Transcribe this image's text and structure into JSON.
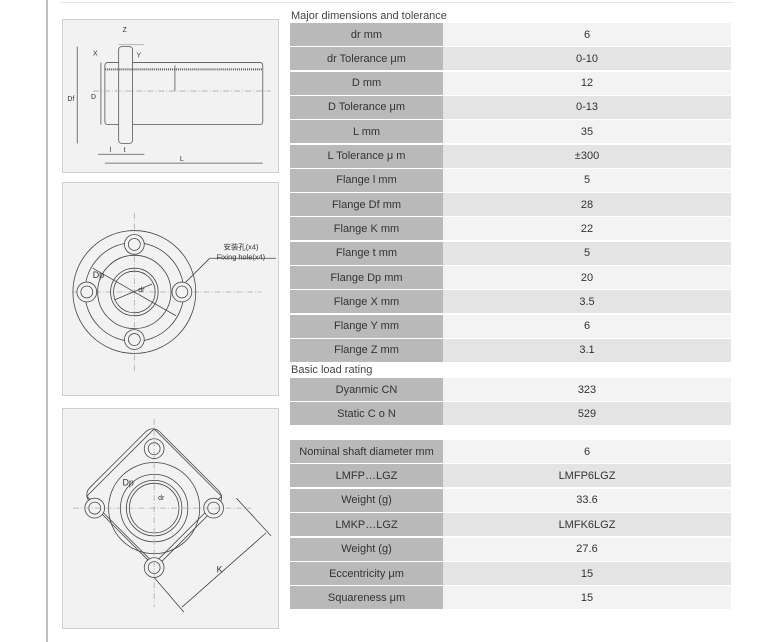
{
  "sections": {
    "major": "Major dimensions and tolerance",
    "load": "Basic load rating"
  },
  "major": [
    {
      "label": "dr mm",
      "value": "6"
    },
    {
      "label": "dr Tolerance μm",
      "value": "0-10"
    },
    {
      "label": "D mm",
      "value": "12"
    },
    {
      "label": "D Tolerance μm",
      "value": "0-13"
    },
    {
      "label": "L mm",
      "value": "35"
    },
    {
      "label": "L Tolerance μ m",
      "value": "±300"
    },
    {
      "label": "Flange l mm",
      "value": "5"
    },
    {
      "label": "Flange Df mm",
      "value": "28"
    },
    {
      "label": "Flange K mm",
      "value": "22"
    },
    {
      "label": "Flange t mm",
      "value": "5"
    },
    {
      "label": "Flange Dp mm",
      "value": "20"
    },
    {
      "label": "Flange X mm",
      "value": "3.5"
    },
    {
      "label": "Flange Y mm",
      "value": "6"
    },
    {
      "label": "Flange Z mm",
      "value": "3.1"
    }
  ],
  "load": [
    {
      "label": "Dyanmic CN",
      "value": "323"
    },
    {
      "label": "Static C o N",
      "value": "529"
    }
  ],
  "extra": [
    {
      "label": "Nominal shaft diameter mm",
      "value": "6"
    },
    {
      "label": "LMFP…LGZ",
      "value": "LMFP6LGZ"
    },
    {
      "label": "Weight (g)",
      "value": "33.6"
    },
    {
      "label": "LMKP…LGZ",
      "value": "LMFK6LGZ"
    },
    {
      "label": "Weight (g)",
      "value": "27.6"
    },
    {
      "label": "Eccentricity μm",
      "value": "15"
    },
    {
      "label": "Squareness μm",
      "value": "15"
    }
  ],
  "drawing": {
    "Z": "Z",
    "X": "X",
    "Y": "Y",
    "Df": "Df",
    "D": "D",
    "l": "l",
    "t": "t",
    "L": "L",
    "Dp": "Dp",
    "dr": "dr",
    "hole_cn": "安装孔(x4)",
    "hole_en": "Fixing hole(x4)",
    "K": "K"
  }
}
